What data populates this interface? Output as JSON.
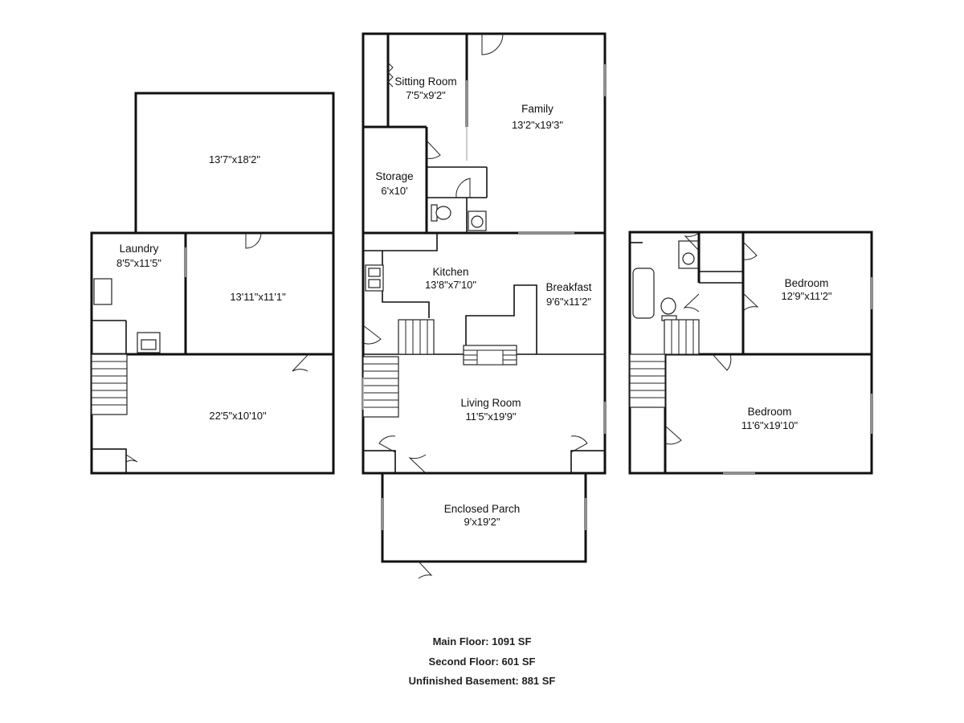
{
  "rooms": {
    "basement_storage": {
      "name": "",
      "dims": "13'7\"x18'2\""
    },
    "laundry": {
      "name": "Laundry",
      "dims": "8'5\"x11'5\""
    },
    "basement_mid": {
      "name": "",
      "dims": "13'11\"x11'1\""
    },
    "basement_main": {
      "name": "",
      "dims": "22'5\"x10'10\""
    },
    "sitting_room": {
      "name": "Sitting Room",
      "dims": "7'5\"x9'2\""
    },
    "family": {
      "name": "Family",
      "dims": "13'2\"x19'3\""
    },
    "storage": {
      "name": "Storage",
      "dims": "6'x10'"
    },
    "kitchen": {
      "name": "Kitchen",
      "dims": "13'8\"x7'10\""
    },
    "breakfast": {
      "name": "Breakfast",
      "dims": "9'6\"x11'2\""
    },
    "living_room": {
      "name": "Living Room",
      "dims": "11'5\"x19'9\""
    },
    "enclosed_porch": {
      "name": "Enclosed Parch",
      "dims": "9'x19'2\""
    },
    "bedroom_1": {
      "name": "Bedroom",
      "dims": "12'9\"x11'2\""
    },
    "bedroom_2": {
      "name": "Bedroom",
      "dims": "11'6\"x19'10\""
    }
  },
  "summary": {
    "main_floor": "Main Floor: 1091 SF",
    "second_floor": "Second Floor: 601 SF",
    "basement": "Unfinished Basement: 881 SF"
  }
}
